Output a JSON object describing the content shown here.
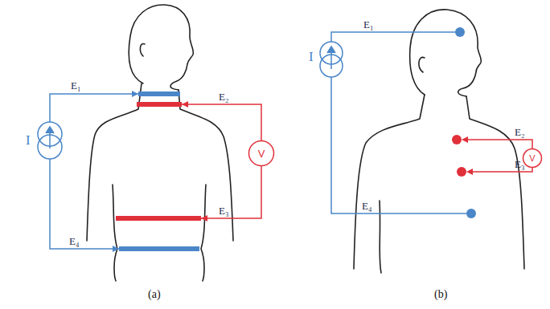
{
  "diagram": {
    "nodes": [
      {
        "text": [
          "V"
        ]
      },
      {
        "text": [
          "V"
        ]
      }
    ],
    "labels": [
      "E₁",
      "E₂",
      "E₃",
      "E₄",
      "I",
      "(a)",
      "E₁",
      "E₂",
      "E₃",
      "E₄",
      "I",
      "(b)"
    ]
  }
}
